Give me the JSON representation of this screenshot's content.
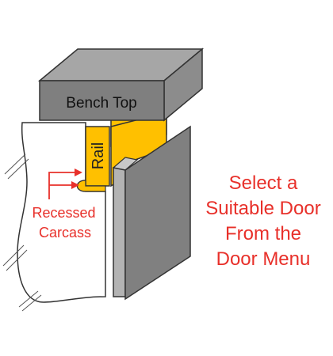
{
  "labels": {
    "bench_top": "Bench Top",
    "rail": "Rail",
    "recessed_carcass": [
      "Recessed",
      "Carcass"
    ]
  },
  "instruction": [
    "Select a",
    "Suitable Door",
    "From the",
    "Door Menu"
  ],
  "colors": {
    "bench_top_front": "#7f7f7f",
    "bench_top_top": "#a6a6a6",
    "bench_top_side": "#8c8c8c",
    "rail": "#ffc000",
    "door_front": "#808080",
    "door_side": "#b3b3b3",
    "carcass": "#ffffff",
    "annotation": "#e8302a",
    "outline": "#333333"
  }
}
